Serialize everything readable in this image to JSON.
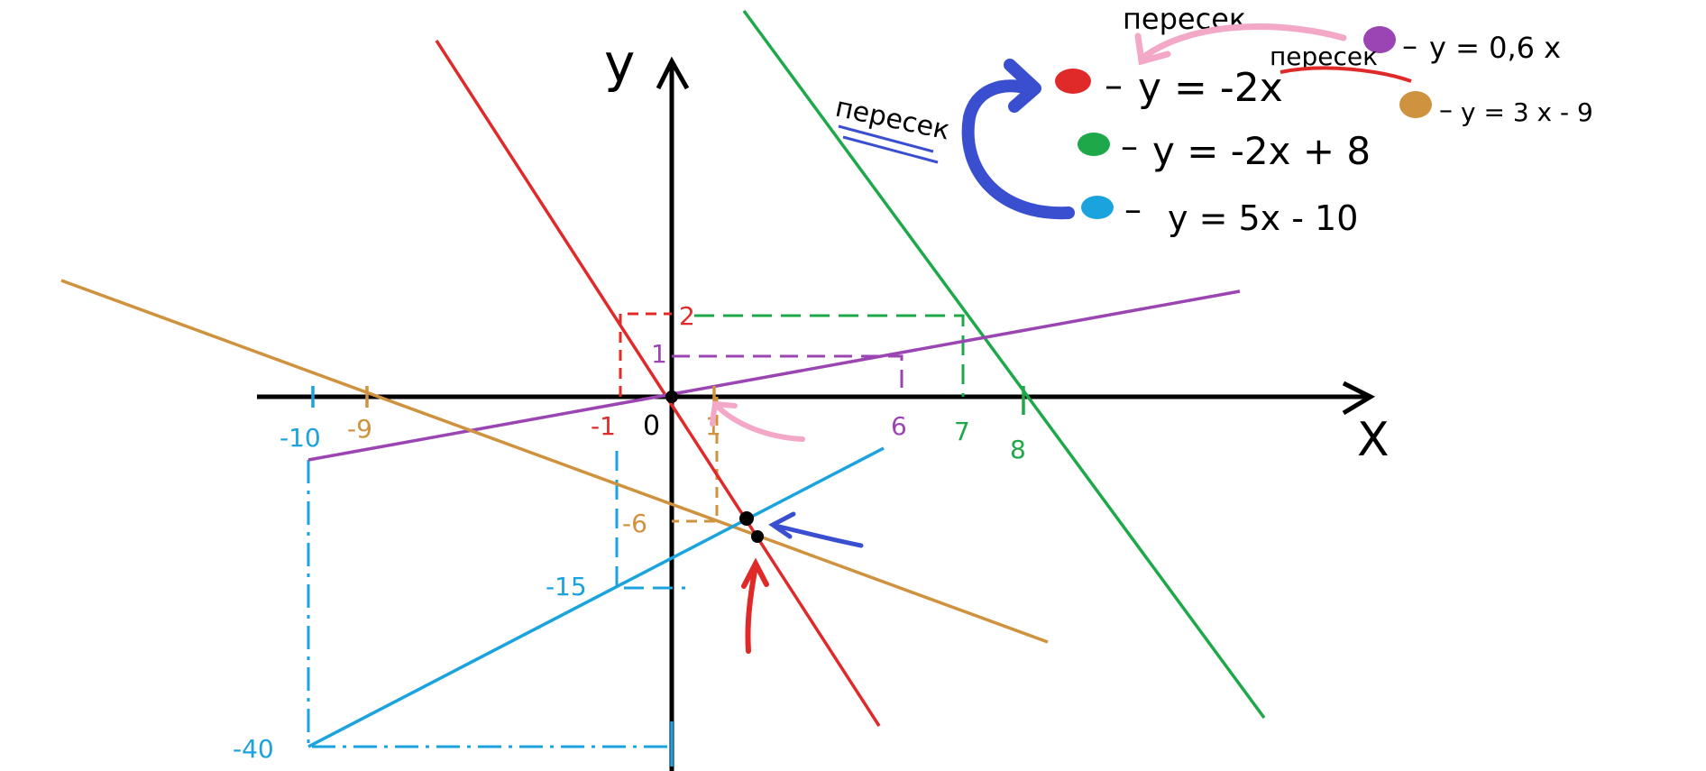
{
  "axes": {
    "x_label": "X",
    "y_label": "y",
    "origin_label": "0"
  },
  "legend": {
    "red": {
      "color": "#e02a2a",
      "equation": "y = -2x"
    },
    "green": {
      "color": "#1fa84a",
      "equation": "y = -2x + 8"
    },
    "blue": {
      "color": "#1aa3dc",
      "equation": "y = 5x - 10"
    },
    "purple": {
      "color": "#9b45b2",
      "equation": "y = 0,6 x"
    },
    "orange": {
      "color": "#cf923f",
      "equation": "y = 3 x - 9"
    }
  },
  "annotations": {
    "intersect_pink": "пересек",
    "intersect_red": "пересек",
    "intersect_blue": "пересек"
  },
  "tick_labels": {
    "red_x": "-1",
    "red_y": "2",
    "green_x1": "7",
    "green_x2": "8",
    "purple_x": "6",
    "purple_y": "1",
    "purple_x_neg": "-10",
    "orange_x": "1",
    "orange_x_neg": "-9",
    "orange_y": "-6",
    "blue_y1": "-15",
    "blue_y2": "-40"
  },
  "colors": {
    "axis": "#000000",
    "red": "#e02a2a",
    "green": "#1fa84a",
    "blue": "#1aa3dc",
    "purple": "#9b45b2",
    "orange": "#cf923f",
    "pink": "#f2a8c6",
    "navy_arrow": "#3a4fd0"
  }
}
